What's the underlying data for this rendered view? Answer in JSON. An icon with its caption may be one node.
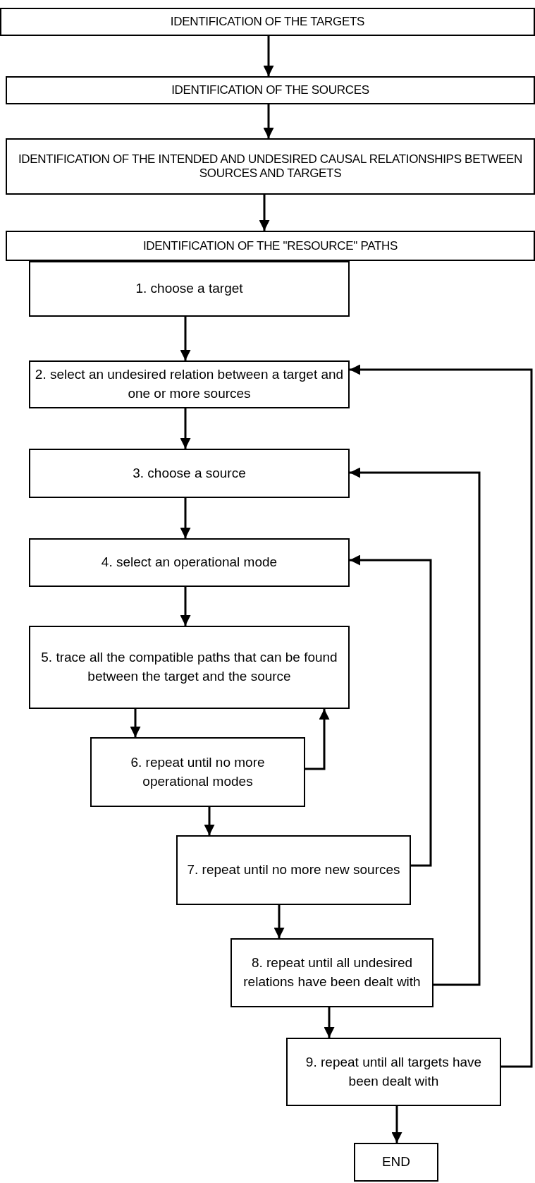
{
  "diagram": {
    "nodes": [
      {
        "text": [
          "IDENTIFICATION OF THE TARGETS"
        ]
      },
      {
        "text": [
          "IDENTIFICATION OF THE SOURCES"
        ]
      },
      {
        "text": [
          "IDENTIFICATION OF THE INTENDED AND UNDESIRED CAUSAL RELATIONSHIPS BETWEEN SOURCES AND TARGETS"
        ]
      },
      {
        "text": [
          "IDENTIFICATION OF THE \"RESOURCE\" PATHS"
        ]
      },
      {
        "text": [
          "1. choose a target"
        ]
      },
      {
        "text": [
          "2. select an undesired relation between a target and one or more sources"
        ]
      },
      {
        "text": [
          "3. choose a source"
        ]
      },
      {
        "text": [
          "4. select an operational mode"
        ]
      },
      {
        "text": [
          "5. trace all the compatible paths that can be found between the target and the source"
        ]
      },
      {
        "text": [
          "6. repeat until no more operational modes"
        ]
      },
      {
        "text": [
          "7. repeat until no more new sources"
        ]
      },
      {
        "text": [
          "8. repeat until all undesired relations have been dealt with"
        ]
      },
      {
        "text": [
          "9. repeat until all targets have been dealt with"
        ]
      },
      {
        "text": [
          "END"
        ]
      }
    ],
    "edges": [
      {
        "from": 0,
        "to": 1,
        "arrow": "to"
      },
      {
        "from": 1,
        "to": 2,
        "arrow": "to"
      },
      {
        "from": 2,
        "to": 3,
        "arrow": "to"
      },
      {
        "from": 4,
        "to": 5,
        "arrow": "to"
      },
      {
        "from": 5,
        "to": 6,
        "arrow": "to"
      },
      {
        "from": 6,
        "to": 7,
        "arrow": "to"
      },
      {
        "from": 7,
        "to": 8,
        "arrow": "to"
      },
      {
        "from": 8,
        "to": 9,
        "arrow": "to"
      },
      {
        "from": 9,
        "to": 8,
        "arrow": "to"
      },
      {
        "from": 9,
        "to": 10,
        "arrow": "to"
      },
      {
        "from": 10,
        "to": 7,
        "arrow": "to"
      },
      {
        "from": 10,
        "to": 11,
        "arrow": "to"
      },
      {
        "from": 11,
        "to": 6,
        "arrow": "to"
      },
      {
        "from": 11,
        "to": 12,
        "arrow": "to"
      },
      {
        "from": 12,
        "to": 5,
        "arrow": "to"
      },
      {
        "from": 12,
        "to": 13,
        "arrow": "to"
      }
    ]
  }
}
